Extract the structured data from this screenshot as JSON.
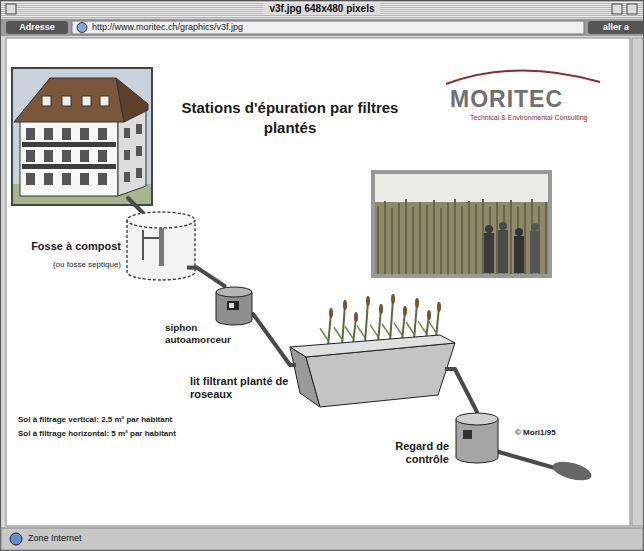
{
  "diagram": {
    "title": "Stations d'épuration par filtres plantés",
    "nodes": [
      {
        "text": [
          "Fosse à compost",
          "(ou fosse septique)"
        ]
      },
      {
        "text": [
          "siphon autoamorceur"
        ]
      },
      {
        "text": [
          "lit filtrant planté de roseaux"
        ]
      },
      {
        "text": [
          "Regard de contrôle"
        ]
      }
    ],
    "edges": [
      {
        "from": 0,
        "to": 1,
        "arrow": "none"
      },
      {
        "from": 1,
        "to": 2,
        "arrow": "none"
      },
      {
        "from": 2,
        "to": 3,
        "arrow": "none"
      }
    ],
    "labels": [
      "v3f.jpg 648x480 pixels",
      "Adresse",
      "http://www.moritec.ch/graphics/v3f.jpg",
      "aller a",
      "MORITEC",
      "Technical & Environmental Consulting",
      "Sol à filtrage vertical: 2.5 m² par habitant",
      "Sol à filtrage horizontal: 5 m² par habitant",
      "© Mori1/95",
      "Zone Internet"
    ]
  }
}
